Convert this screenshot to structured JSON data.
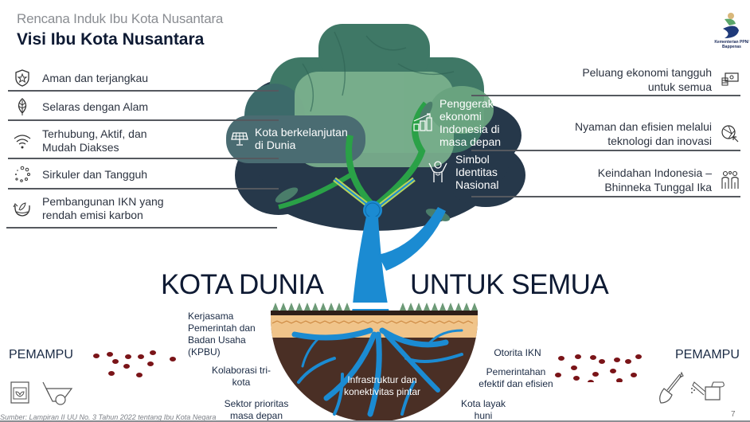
{
  "header": {
    "subtitle": "Rencana Induk Ibu Kota Nusantara",
    "title": "Visi Ibu Kota Nusantara",
    "logo_text_line1": "Kementerian PPN/",
    "logo_text_line2": "Bappenas"
  },
  "left_items": [
    {
      "label": "Aman dan terjangkau",
      "icon": "shield-star-icon"
    },
    {
      "label": "Selaras dengan Alam",
      "icon": "leaf-icon"
    },
    {
      "label_line1": "Terhubung, Aktif, dan",
      "label_line2": "Mudah Diakses",
      "icon": "wifi-icon"
    },
    {
      "label": "Sirkuler dan Tangguh",
      "icon": "circular-dots-icon"
    },
    {
      "label_line1": "Pembangunan IKN yang",
      "label_line2": "rendah emisi karbon",
      "icon": "low-carbon-icon"
    }
  ],
  "right_items": [
    {
      "label_line1": "Peluang ekonomi tangguh",
      "label_line2": "untuk semua",
      "icon": "money-icon"
    },
    {
      "label_line1": "Nyaman dan efisien melalui",
      "label_line2": "teknologi dan inovasi",
      "icon": "tech-globe-icon"
    },
    {
      "label_line1": "Keindahan Indonesia –",
      "label_line2": "Bhinneka Tunggal Ika",
      "icon": "people-icon"
    }
  ],
  "tree": {
    "left_label_line1": "Kota berkelanjutan",
    "left_label_line2": "di Dunia",
    "right_top_line1": "Penggerak",
    "right_top_line2": "ekonomi",
    "right_top_line3": "Indonesia di",
    "right_top_line4": "masa depan",
    "right_bottom_line1": "Simbol",
    "right_bottom_line2": "Identitas",
    "right_bottom_line3": "Nasional",
    "colors": {
      "canopy_dark": "#26384a",
      "canopy_mid": "#3f7866",
      "canopy_light": "#7db38f",
      "trunk": "#1b8bd2",
      "stem_green": "#2aa147",
      "soil": "#4a2f25",
      "sand": "#f0c48a",
      "grass": "#6d9a77"
    }
  },
  "slogan": {
    "left": "KOTA DUNIA",
    "right": "UNTUK SEMUA"
  },
  "roots": {
    "center_line1": "Infrastruktur dan",
    "center_line2": "konektivitas pintar",
    "left_labels": [
      {
        "line1": "Kerjasama",
        "line2": "Pemerintah dan",
        "line3": "Badan Usaha",
        "line4": "(KPBU)"
      },
      {
        "line1": "Kolaborasi tri-",
        "line2": "kota"
      },
      {
        "line1": "Sektor prioritas",
        "line2": "masa depan"
      }
    ],
    "right_labels": [
      {
        "line1": "Otorita IKN"
      },
      {
        "line1": "Pemerintahan",
        "line2": "efektif dan efisien"
      },
      {
        "line1": "Kota layak",
        "line2": "huni"
      }
    ]
  },
  "pemampu": {
    "left_label": "PEMAMPU",
    "right_label": "PEMAMPU",
    "seed_color": "#7a1418"
  },
  "footer": {
    "source": "Sumber: Lampiran II UU No. 3 Tahun 2022 tentang Ibu Kota Negara",
    "page": "7"
  }
}
